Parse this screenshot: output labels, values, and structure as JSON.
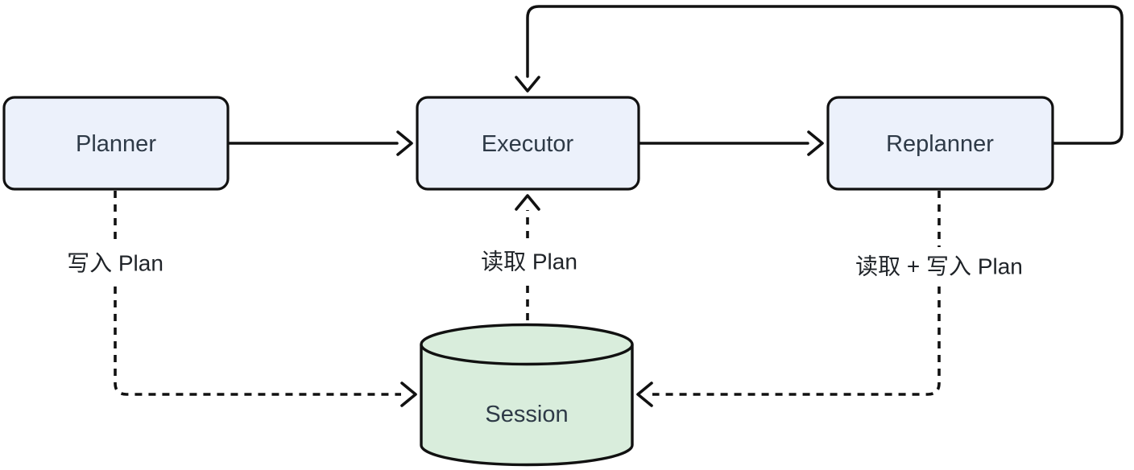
{
  "diagram": {
    "type": "flowchart",
    "background": "#FFFFFF",
    "nodes": {
      "planner": {
        "label": "Planner",
        "shape": "rounded-rect"
      },
      "executor": {
        "label": "Executor",
        "shape": "rounded-rect"
      },
      "replanner": {
        "label": "Replanner",
        "shape": "rounded-rect"
      },
      "session": {
        "label": "Session",
        "shape": "cylinder"
      }
    },
    "edges": {
      "planner_to_executor": {
        "from": "Planner",
        "to": "Executor",
        "style": "solid",
        "label": ""
      },
      "executor_to_replanner": {
        "from": "Executor",
        "to": "Replanner",
        "style": "solid",
        "label": ""
      },
      "replanner_to_executor": {
        "from": "Replanner",
        "to": "Executor",
        "style": "solid",
        "label": "",
        "route": "top-loop"
      },
      "planner_to_session": {
        "from": "Planner",
        "to": "Session",
        "style": "dashed",
        "label": "写入 Plan"
      },
      "session_to_executor": {
        "from": "Session",
        "to": "Executor",
        "style": "dashed",
        "label": "读取 Plan"
      },
      "replanner_to_session": {
        "from": "Replanner",
        "to": "Session",
        "style": "dashed",
        "label": "读取 + 写入 Plan"
      }
    },
    "colors": {
      "node_fill": "#ECF1FB",
      "node_border": "#111111",
      "node_text": "#2E3A47",
      "db_fill": "#D9EDDC",
      "db_border": "#111111",
      "edge": "#111111",
      "edge_label_text": "#1F2328",
      "background": "#FFFFFF"
    }
  }
}
